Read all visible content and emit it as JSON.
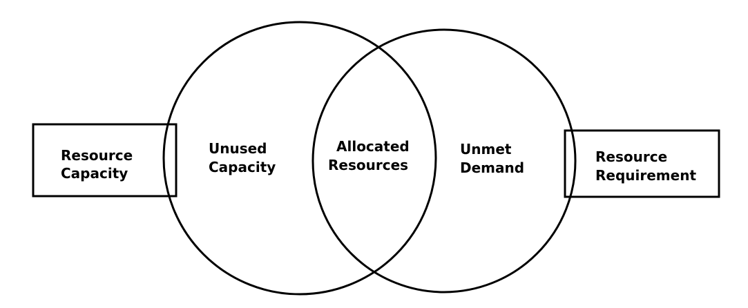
{
  "diagram": {
    "left_box": {
      "line1": "Resource",
      "line2": "Capacity"
    },
    "right_box": {
      "line1": "Resource",
      "line2": "Requirement"
    },
    "left_circle": {
      "line1": "Unused",
      "line2": "Capacity"
    },
    "intersection": {
      "line1": "Allocated",
      "line2": "Resources"
    },
    "right_circle": {
      "line1": "Unmet",
      "line2": "Demand"
    }
  }
}
